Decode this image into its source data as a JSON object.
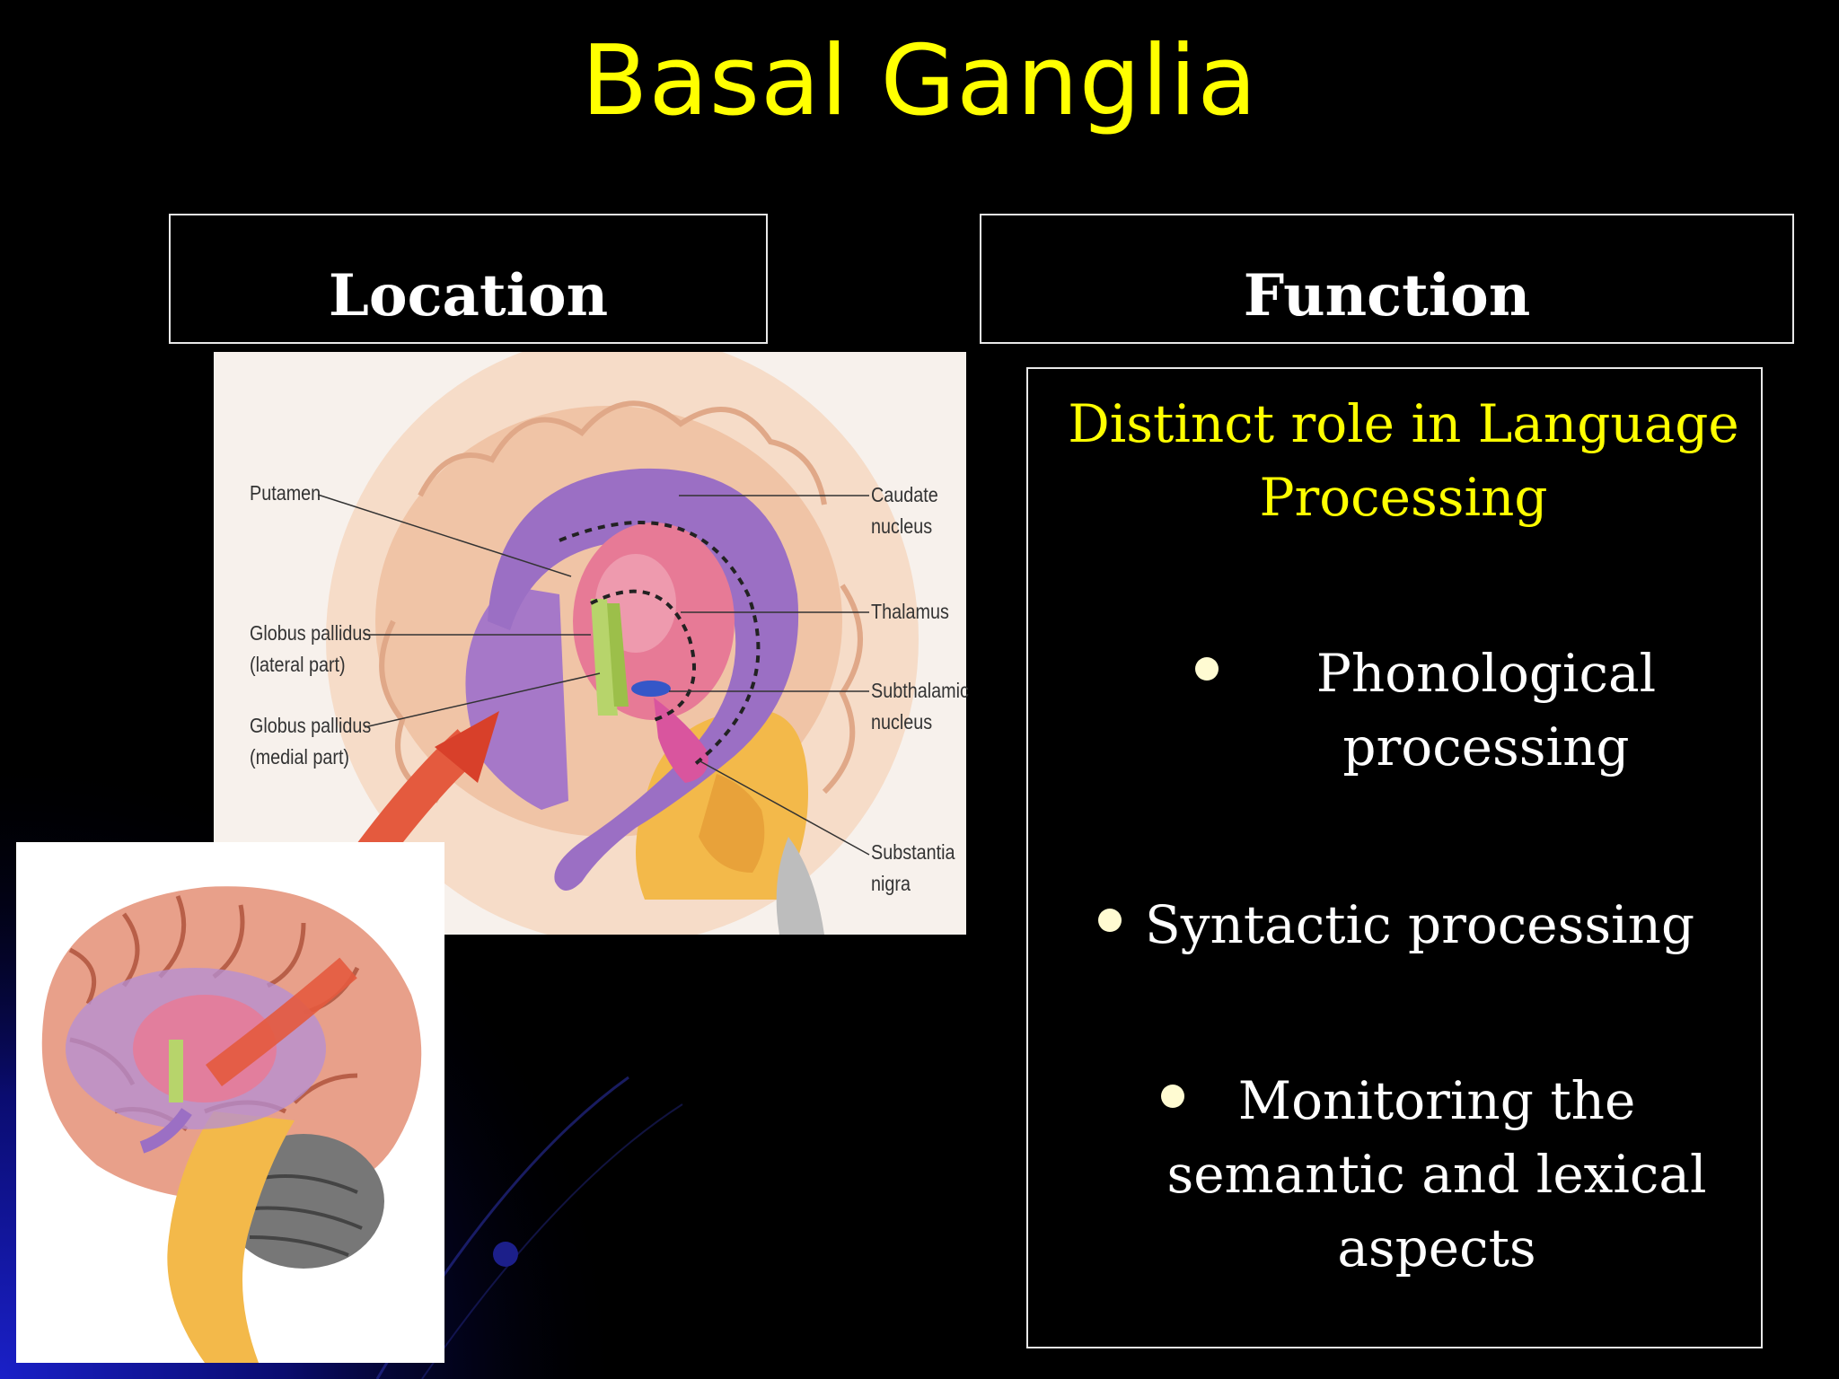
{
  "slide": {
    "title": "Basal Ganglia",
    "location_header": "Location",
    "function_header": "Function"
  },
  "illustration": {
    "labels": {
      "putamen": "Putamen",
      "globus_lateral_1": "Globus pallidus",
      "globus_lateral_2": "(lateral part)",
      "globus_medial_1": "Globus pallidus",
      "globus_medial_2": "(medial part)",
      "caudate_1": "Caudate",
      "caudate_2": "nucleus",
      "thalamus": "Thalamus",
      "subthalamic_1": "Subthalamic",
      "subthalamic_2": "nucleus",
      "substantia_1": "Substantia",
      "substantia_2": "nigra"
    }
  },
  "function": {
    "heading_line1": "Distinct role in Language",
    "heading_line2": "Processing",
    "bullets": [
      {
        "line1": "Phonological",
        "line2": "processing"
      },
      {
        "line1": "Syntactic processing"
      },
      {
        "line1": "Monitoring the",
        "line2": "semantic and lexical",
        "line3": "aspects"
      }
    ]
  },
  "colors": {
    "background": "#000000",
    "title": "#ffff00",
    "heading": "#ffff00",
    "text": "#ffffff",
    "bullet": "#fffbd2"
  }
}
